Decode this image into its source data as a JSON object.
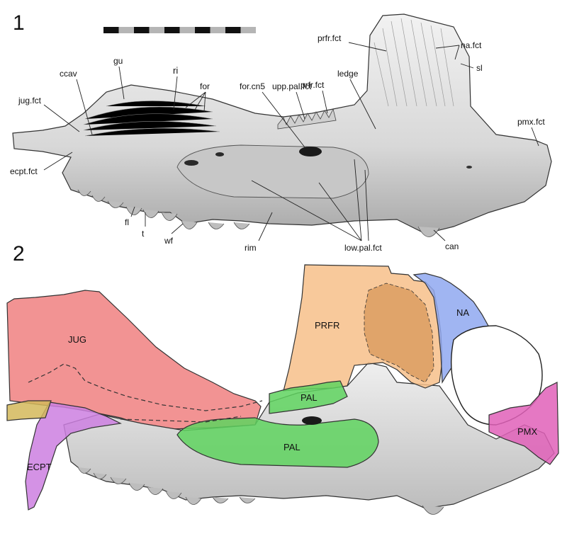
{
  "panel_labels": {
    "panel1": "1",
    "panel2": "2"
  },
  "scale_bar": {
    "segments": 10,
    "dark_color": "#111111",
    "light_color": "#b5b5b5"
  },
  "panel1_labels": {
    "prfr_fct_upper": "prfr.fct",
    "na_fct": "na.fct",
    "sl": "sl",
    "gu": "gu",
    "ri": "ri",
    "for": "for",
    "ccav": "ccav",
    "jug_fct": "jug.fct",
    "for_cn5": "for.cn5",
    "upp_pal_fct": "upp.pal.fct",
    "prfr_fct_lower": "prfr.fct",
    "ledge": "ledge",
    "pmx_fct": "pmx.fct",
    "ecpt_fct": "ecpt.fct",
    "fl": "fl",
    "t": "t",
    "wf": "wf",
    "rim": "rim",
    "low_pal_fct": "low.pal.fct",
    "can": "can"
  },
  "panel2_regions": {
    "jug": {
      "label": "JUG",
      "color": "#f08080"
    },
    "prfr": {
      "label": "PRFR",
      "color": "#f7c08a"
    },
    "na": {
      "label": "NA",
      "color": "#8fa8f0"
    },
    "pal_upper": {
      "label": "PAL",
      "color": "#5fd35f"
    },
    "pal_lower": {
      "label": "PAL",
      "color": "#5fd35f"
    },
    "ecpt": {
      "label": "ECPT",
      "color": "#cc7fe0"
    },
    "pmx": {
      "label": "PMX",
      "color": "#e060b8"
    },
    "ectop_small": {
      "color": "#d4b85a"
    }
  }
}
